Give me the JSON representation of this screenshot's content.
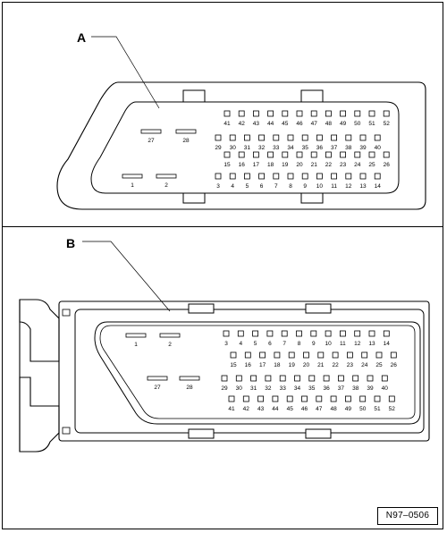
{
  "connectors": [
    {
      "id": "A",
      "label": "A",
      "rows": [
        {
          "pins": [
            "41",
            "42",
            "43",
            "44",
            "45",
            "46",
            "47",
            "48",
            "49",
            "50",
            "51",
            "52"
          ]
        },
        {
          "pins": [
            "29",
            "30",
            "31",
            "32",
            "33",
            "34",
            "35",
            "36",
            "37",
            "38",
            "39",
            "40"
          ]
        },
        {
          "pins": [
            "15",
            "16",
            "17",
            "18",
            "19",
            "20",
            "21",
            "22",
            "23",
            "24",
            "25",
            "26"
          ]
        },
        {
          "pins": [
            "3",
            "4",
            "5",
            "6",
            "7",
            "8",
            "9",
            "10",
            "11",
            "12",
            "13",
            "14"
          ]
        }
      ],
      "wide_pins": [
        "27",
        "28",
        "1",
        "2"
      ]
    },
    {
      "id": "B",
      "label": "B",
      "rows": [
        {
          "pins": [
            "3",
            "4",
            "5",
            "6",
            "7",
            "8",
            "9",
            "10",
            "11",
            "12",
            "13",
            "14"
          ]
        },
        {
          "pins": [
            "15",
            "16",
            "17",
            "18",
            "19",
            "20",
            "21",
            "22",
            "23",
            "24",
            "25",
            "26"
          ]
        },
        {
          "pins": [
            "29",
            "30",
            "31",
            "32",
            "33",
            "34",
            "35",
            "36",
            "37",
            "38",
            "39",
            "40"
          ]
        },
        {
          "pins": [
            "41",
            "42",
            "43",
            "44",
            "45",
            "46",
            "47",
            "48",
            "49",
            "50",
            "51",
            "52"
          ]
        }
      ],
      "wide_pins": [
        "1",
        "2",
        "27",
        "28"
      ]
    }
  ],
  "figure_ref": "N97–0506"
}
